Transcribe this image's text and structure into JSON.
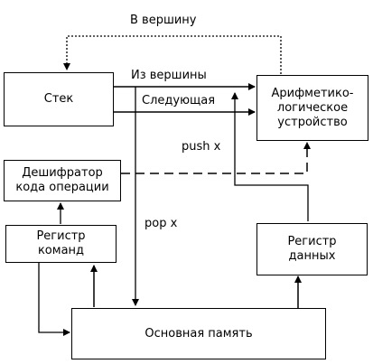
{
  "blocks": {
    "stack": "Стек",
    "alu": "Арифметико-\nлогическое\nустройство",
    "decoder": "Дешифратор\nкода операции",
    "cmd_reg": "Регистр\nкоманд",
    "data_reg": "Регистр\nданных",
    "memory": "Основная память"
  },
  "labels": {
    "to_top": "В вершину",
    "from_top": "Из вершины",
    "next": "Следующая",
    "push": "push x",
    "pop": "pop x"
  }
}
